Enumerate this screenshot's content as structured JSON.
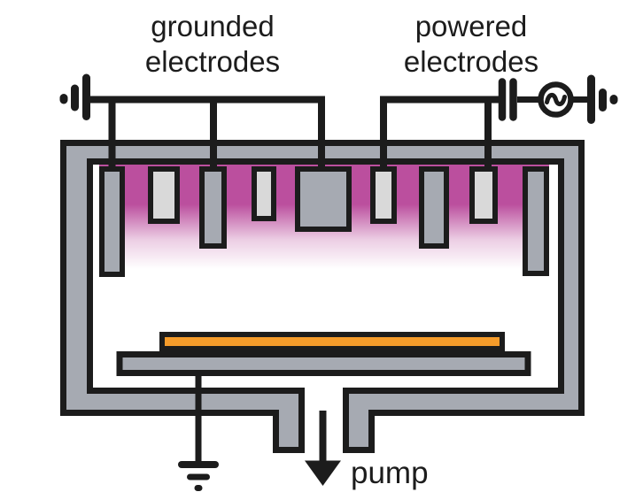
{
  "diagram": {
    "type": "schematic",
    "subject": "capacitively-coupled plasma reactor chamber with alternating grounded and powered electrode array, glow discharge region, substrate on grounded stage, and bottom pump port"
  },
  "labels": {
    "grounded": {
      "line1": "grounded",
      "line2": "electrodes"
    },
    "powered": {
      "line1": "powered",
      "line2": "electrodes"
    },
    "pump": "pump"
  },
  "colors": {
    "line_black": "#1c1c1c",
    "wall_gray": "#a6aab2",
    "electrode_light_gray": "#d9d9d9",
    "plasma_magenta": "#bb4f9e",
    "substrate_orange": "#f59b2a",
    "background": "#ffffff"
  },
  "components": {
    "electrodes_total": 9,
    "grounded_bus_connections": 3,
    "powered_bus_connections": 2,
    "symbols": [
      "ground-left",
      "ground-bottom",
      "ground-right",
      "capacitor",
      "ac-source",
      "pump-arrow"
    ],
    "plasma_region": "magenta glow fading downward between electrodes",
    "substrate": "orange slab on gray stage connected to ground"
  }
}
